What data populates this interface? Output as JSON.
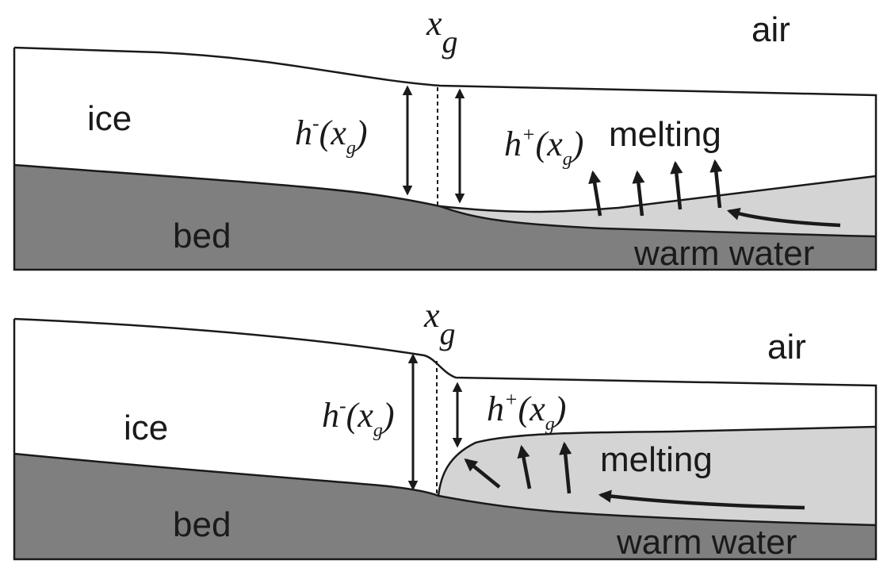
{
  "colors": {
    "bed": "#7f7f7f",
    "water": "#d4d4d4",
    "ice": "#ffffff",
    "line": "#1a1a1a"
  },
  "panels": [
    {
      "labels": {
        "xg_main": "x",
        "xg_sub": "g",
        "air": "air",
        "ice": "ice",
        "bed": "bed",
        "melting": "melting",
        "warm_water": "warm water",
        "h_minus": {
          "base": "h",
          "sup": "-",
          "open": "(x",
          "sub": "g",
          "close": ")"
        },
        "h_plus": {
          "base": "h",
          "sup": "+",
          "open": "(x",
          "sub": "g",
          "close": ")"
        }
      }
    },
    {
      "labels": {
        "xg_main": "x",
        "xg_sub": "g",
        "air": "air",
        "ice": "ice",
        "bed": "bed",
        "melting": "melting",
        "warm_water": "warm water",
        "h_minus": {
          "base": "h",
          "sup": "-",
          "open": "(x",
          "sub": "g",
          "close": ")"
        },
        "h_plus": {
          "base": "h",
          "sup": "+",
          "open": "(x",
          "sub": "g",
          "close": ")"
        }
      }
    }
  ]
}
